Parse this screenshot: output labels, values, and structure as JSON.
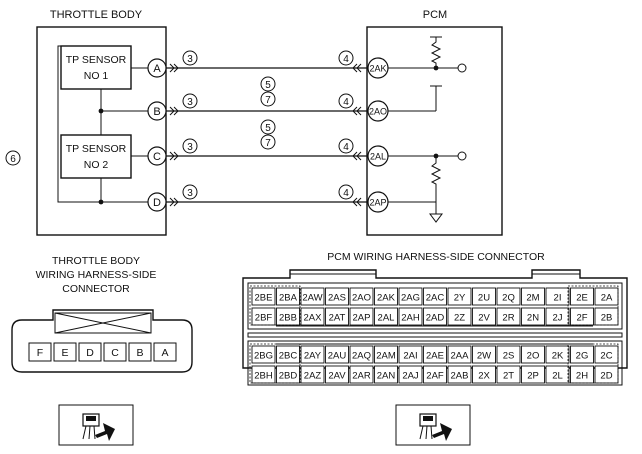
{
  "labels": {
    "throttle_body": "THROTTLE BODY",
    "pcm": "PCM",
    "tp_sensor_1_line1": "TP SENSOR",
    "tp_sensor_1_line2": "NO 1",
    "tp_sensor_2_line1": "TP SENSOR",
    "tp_sensor_2_line2": "NO 2",
    "tb_connector_line1": "THROTTLE BODY",
    "tb_connector_line2": "WIRING HARNESS-SIDE",
    "tb_connector_line3": "CONNECTOR",
    "pcm_connector": "PCM WIRING HARNESS-SIDE CONNECTOR"
  },
  "circuits": [
    {
      "tb_pin": "A",
      "pcm_pin": "2AK",
      "tb_note": "3",
      "pcm_note": "4",
      "mid_notes": []
    },
    {
      "tb_pin": "B",
      "pcm_pin": "2AO",
      "tb_note": "3",
      "pcm_note": "4",
      "mid_notes": [
        "5",
        "7"
      ]
    },
    {
      "tb_pin": "C",
      "pcm_pin": "2AL",
      "tb_note": "3",
      "pcm_note": "4",
      "mid_notes": [
        "5",
        "7"
      ]
    },
    {
      "tb_pin": "D",
      "pcm_pin": "2AP",
      "tb_note": "3",
      "pcm_note": "4",
      "mid_notes": []
    }
  ],
  "side_note": "6",
  "tb_connector_pins": [
    "F",
    "E",
    "D",
    "C",
    "B",
    "A"
  ],
  "pcm_connector": {
    "rows": [
      [
        "2BE",
        "2BA",
        "2AW",
        "2AS",
        "2AO",
        "2AK",
        "2AG",
        "2AC",
        "2Y",
        "2U",
        "2Q",
        "2M",
        "2I",
        "2E",
        "2A"
      ],
      [
        "2BF",
        "2BB",
        "2AX",
        "2AT",
        "2AP",
        "2AL",
        "2AH",
        "2AD",
        "2Z",
        "2V",
        "2R",
        "2N",
        "2J",
        "2F",
        "2B"
      ],
      [
        "2BG",
        "2BC",
        "2AY",
        "2AU",
        "2AQ",
        "2AM",
        "2AI",
        "2AE",
        "2AA",
        "2W",
        "2S",
        "2O",
        "2K",
        "2G",
        "2C"
      ],
      [
        "2BH",
        "2BD",
        "2AZ",
        "2AV",
        "2AR",
        "2AN",
        "2AJ",
        "2AF",
        "2AB",
        "2X",
        "2T",
        "2P",
        "2L",
        "2H",
        "2D"
      ]
    ]
  }
}
